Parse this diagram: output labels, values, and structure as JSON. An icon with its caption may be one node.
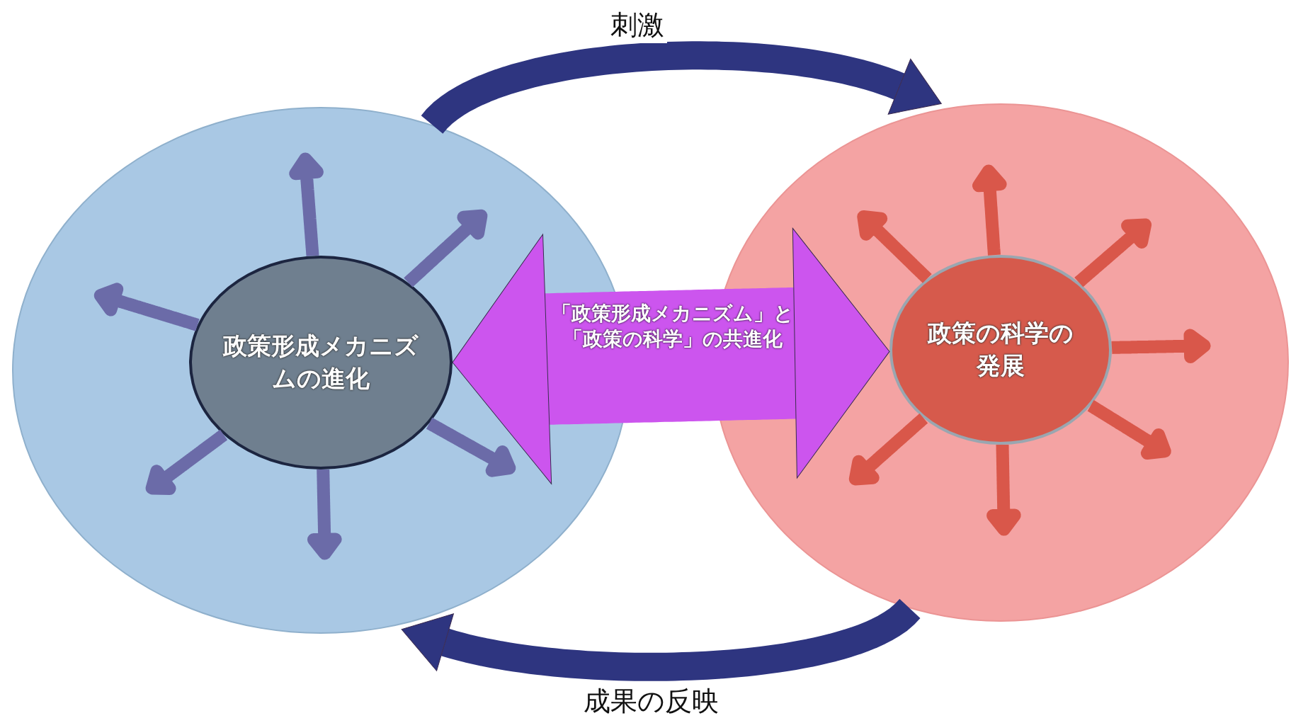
{
  "diagram": {
    "nodes": [
      {
        "text": [],
        "shape": "ellipse"
      },
      {
        "text": [
          "政策形成メカニズムの進化"
        ],
        "in": 0
      },
      {
        "text": [],
        "shape": "ellipse"
      },
      {
        "text": [
          "政策の科学の発展"
        ],
        "in": 2
      }
    ],
    "edges": [
      {
        "from": 0,
        "to": 2,
        "arrow": "to",
        "label": "刺激",
        "style": "thick",
        "color": "#2e3580"
      },
      {
        "from": 2,
        "to": 0,
        "arrow": "to",
        "label": "成果の反映",
        "style": "thick",
        "color": "#2e3580"
      },
      {
        "from": 1,
        "to": 3,
        "arrow": "both",
        "label": "「政策形成メカニズム」と「政策の科学」の共進化",
        "style": "thick",
        "color": "#cc55ee"
      },
      {
        "from": 1,
        "to": null,
        "arrow": "to",
        "color": "#6b6ba8"
      },
      {
        "from": 1,
        "to": null,
        "arrow": "to",
        "color": "#6b6ba8"
      },
      {
        "from": 1,
        "to": null,
        "arrow": "to",
        "color": "#6b6ba8"
      },
      {
        "from": 1,
        "to": null,
        "arrow": "to",
        "color": "#6b6ba8"
      },
      {
        "from": 1,
        "to": null,
        "arrow": "to",
        "color": "#6b6ba8"
      },
      {
        "from": 1,
        "to": null,
        "arrow": "to",
        "color": "#6b6ba8"
      },
      {
        "from": 3,
        "to": null,
        "arrow": "to",
        "color": "#d9574a"
      },
      {
        "from": 3,
        "to": null,
        "arrow": "to",
        "color": "#d9574a"
      },
      {
        "from": 3,
        "to": null,
        "arrow": "to",
        "color": "#d9574a"
      },
      {
        "from": 3,
        "to": null,
        "arrow": "to",
        "color": "#d9574a"
      },
      {
        "from": 3,
        "to": null,
        "arrow": "to",
        "color": "#d9574a"
      },
      {
        "from": 3,
        "to": null,
        "arrow": "to",
        "color": "#d9574a"
      },
      {
        "from": 3,
        "to": null,
        "arrow": "to",
        "color": "#d9574a"
      }
    ]
  }
}
